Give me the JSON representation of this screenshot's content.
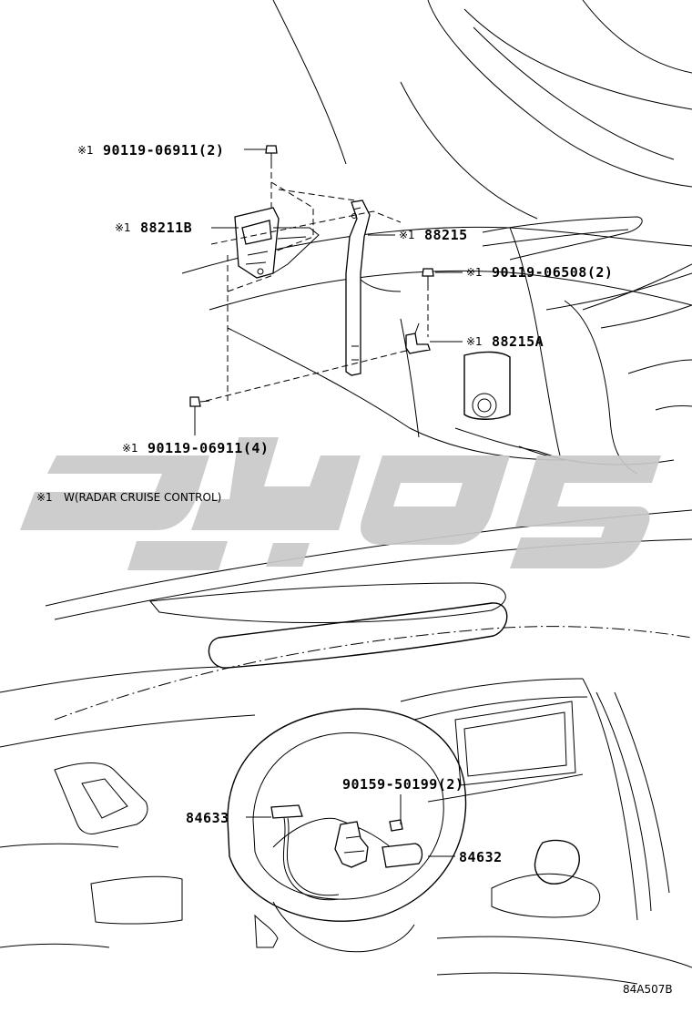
{
  "callouts": {
    "bolt_top": {
      "mark": "※1",
      "number": "90119-06911(2)"
    },
    "sensor_bracket": {
      "mark": "※1",
      "number": "88211B"
    },
    "bracket_arm": {
      "mark": "※1",
      "number": "88215"
    },
    "bolt_right": {
      "mark": "※1",
      "number": "90119-06508(2)"
    },
    "bracket_small": {
      "mark": "※1",
      "number": "88215A"
    },
    "bolt_bottom": {
      "mark": "※1",
      "number": "90119-06911(4)"
    },
    "screw_switch": {
      "number": "90159-50199(2)"
    },
    "switch_left": {
      "number": "84633"
    },
    "switch_right": {
      "number": "84632"
    }
  },
  "note": {
    "mark": "※1",
    "text": "W(RADAR CRUISE CONTROL)"
  },
  "diagram_ref": "84A507B",
  "watermark": "logo-watermark"
}
